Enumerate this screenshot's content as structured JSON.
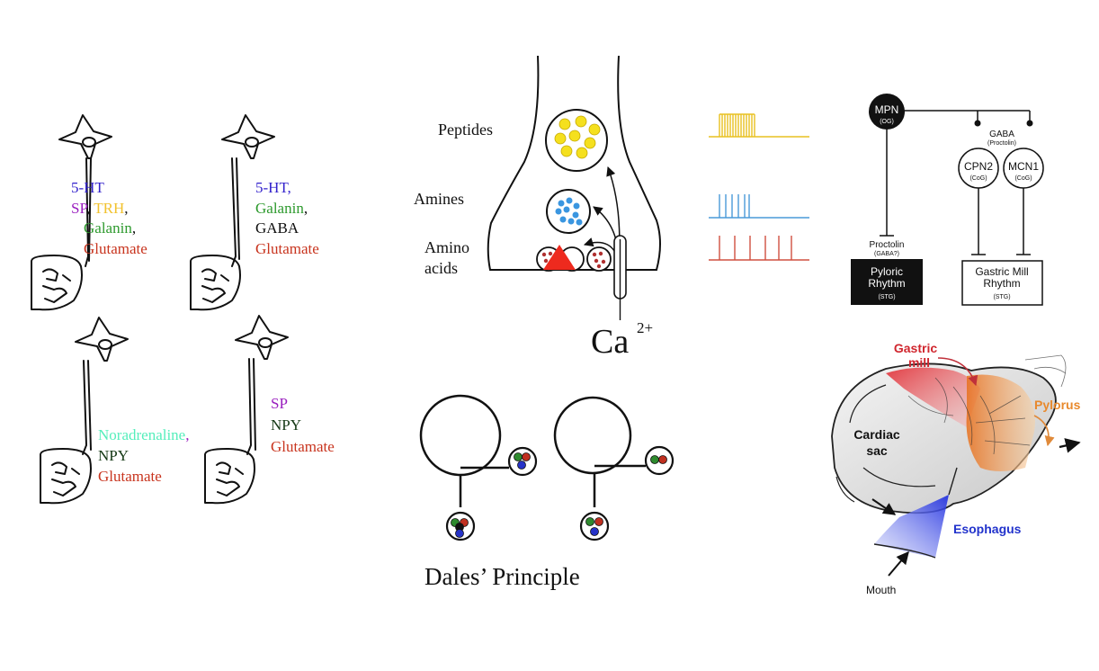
{
  "colors": {
    "blue": "#3322cc",
    "purple": "#9a1fbf",
    "yellow": "#f2c22e",
    "green": "#2e9a2e",
    "black": "#111111",
    "red": "#c8341e",
    "mint": "#55eebb",
    "darkgreen": "#143814",
    "peptide": "#f5e01e",
    "amine": "#3a96e0",
    "amino": "#b03030",
    "traceYellow": "#e8c020",
    "traceBlue": "#4a9ad8",
    "traceRed": "#d05040"
  },
  "neurons": {
    "n1": {
      "l1": "5-HT",
      "l2a": "SP",
      "l2sep": ", ",
      "l2b": "TRH",
      "l2c": ",",
      "l3a": "Galanin",
      "l3b": ",",
      "l4": "Glutamate"
    },
    "n2": {
      "l1": "5-HT,",
      "l2a": "Galanin",
      "l2b": ",",
      "l3": "GABA",
      "l4": "Glutamate"
    },
    "n3": {
      "l1a": "Noradrenaline",
      "l1b": ",",
      "l2": "NPY",
      "l3": "Glutamate"
    },
    "n4": {
      "l1": "SP",
      "l2": "NPY",
      "l3": "Glutamate"
    }
  },
  "synapse": {
    "peptides": "Peptides",
    "amines": "Amines",
    "amino1": "Amino",
    "amino2": "acids",
    "ca": "Ca",
    "ca_sup": "2+"
  },
  "dales": {
    "title": "Dales’ Principle"
  },
  "circuit": {
    "mpn": "MPN",
    "mpn_sub": "(OG)",
    "gaba": "GABA",
    "gaba_sub": "(Proctolin)",
    "cpn2": "CPN2",
    "cpn2_sub": "(CoG)",
    "mcn1": "MCN1",
    "mcn1_sub": "(CoG)",
    "proctolin": "Proctolin",
    "proctolin_sub": "(GABA?)",
    "pyloric1": "Pyloric",
    "pyloric2": "Rhythm",
    "pyloric_sub": "(STG)",
    "gastric1": "Gastric Mill",
    "gastric2": "Rhythm",
    "gastric_sub": "(STG)"
  },
  "stomach": {
    "gastric1": "Gastric",
    "gastric2": "mill",
    "pylorus": "Pylorus",
    "cardiac1": "Cardiac",
    "cardiac2": "sac",
    "esophagus": "Esophagus",
    "mouth": "Mouth"
  }
}
